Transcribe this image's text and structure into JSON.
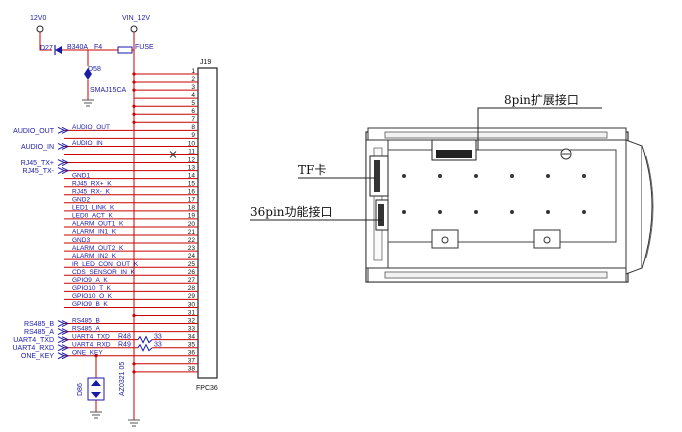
{
  "schematic": {
    "power_top_left": "12V0",
    "power_top_right": "VIN_12V",
    "diode_ref": "D27",
    "diode_part": "B340A",
    "fuse_ref": "F4",
    "fuse_part": "FUSE",
    "tvs_ref": "D58",
    "tvs_part": "SMAJ15CA",
    "connector_ref": "J19",
    "connector_part": "FPC36",
    "esd_ref": "D86",
    "esd_part": "AZ0321 05",
    "pins": [
      {
        "n": "1",
        "net": ""
      },
      {
        "n": "2",
        "net": ""
      },
      {
        "n": "3",
        "net": ""
      },
      {
        "n": "4",
        "net": ""
      },
      {
        "n": "5",
        "net": ""
      },
      {
        "n": "6",
        "net": ""
      },
      {
        "n": "7",
        "net": ""
      },
      {
        "n": "8",
        "net": "AUDIO_OUT"
      },
      {
        "n": "9",
        "net": ""
      },
      {
        "n": "10",
        "net": "AUDIO_IN"
      },
      {
        "n": "11",
        "net": ""
      },
      {
        "n": "12",
        "net": ""
      },
      {
        "n": "13",
        "net": ""
      },
      {
        "n": "14",
        "net": "GND1"
      },
      {
        "n": "15",
        "net": "RJ45_RX+_K"
      },
      {
        "n": "16",
        "net": "RJ45_RX-_K"
      },
      {
        "n": "17",
        "net": "GND2"
      },
      {
        "n": "18",
        "net": "LED1_LINK_K"
      },
      {
        "n": "19",
        "net": "LED0_ACT_K"
      },
      {
        "n": "20",
        "net": "ALARM_OUT1_K"
      },
      {
        "n": "21",
        "net": "ALARM_IN1_K"
      },
      {
        "n": "22",
        "net": "GND3"
      },
      {
        "n": "23",
        "net": "ALARM_OUT2_K"
      },
      {
        "n": "24",
        "net": "ALARM_IN2_K"
      },
      {
        "n": "25",
        "net": "IR_LED_CON_OUT_K"
      },
      {
        "n": "26",
        "net": "CDS_SENSOR_IN_K"
      },
      {
        "n": "27",
        "net": "GPIO9_A_K"
      },
      {
        "n": "28",
        "net": "GPIO10_T_K"
      },
      {
        "n": "29",
        "net": "GPIO10_O_K"
      },
      {
        "n": "30",
        "net": "GPIO9_B_K"
      },
      {
        "n": "31",
        "net": ""
      },
      {
        "n": "32",
        "net": "RS485_B"
      },
      {
        "n": "33",
        "net": "RS485_A"
      },
      {
        "n": "34",
        "net": "UART4_TXD"
      },
      {
        "n": "35",
        "net": "UART4_RXD"
      },
      {
        "n": "36",
        "net": "ONE_KEY"
      },
      {
        "n": "37",
        "net": ""
      },
      {
        "n": "38",
        "net": ""
      }
    ],
    "ports": [
      {
        "label": "AUDIO_OUT",
        "row": 8
      },
      {
        "label": "AUDIO_IN",
        "row": 10
      },
      {
        "label": "RJ45_TX+",
        "row": 12
      },
      {
        "label": "RJ45_TX-",
        "row": 13
      },
      {
        "label": "RS485_B",
        "row": 32
      },
      {
        "label": "RS485_A",
        "row": 33
      },
      {
        "label": "UART4_TXD",
        "row": 34
      },
      {
        "label": "UART4_RXD",
        "row": 35
      },
      {
        "label": "ONE_KEY",
        "row": 36
      }
    ],
    "resistors": [
      {
        "ref": "R48",
        "value": "33",
        "row": 34
      },
      {
        "ref": "R49",
        "value": "33",
        "row": 35
      }
    ]
  },
  "module": {
    "label_8pin": "8pin扩展接口",
    "label_tf": "TF卡",
    "label_36pin": "36pin功能接口"
  }
}
